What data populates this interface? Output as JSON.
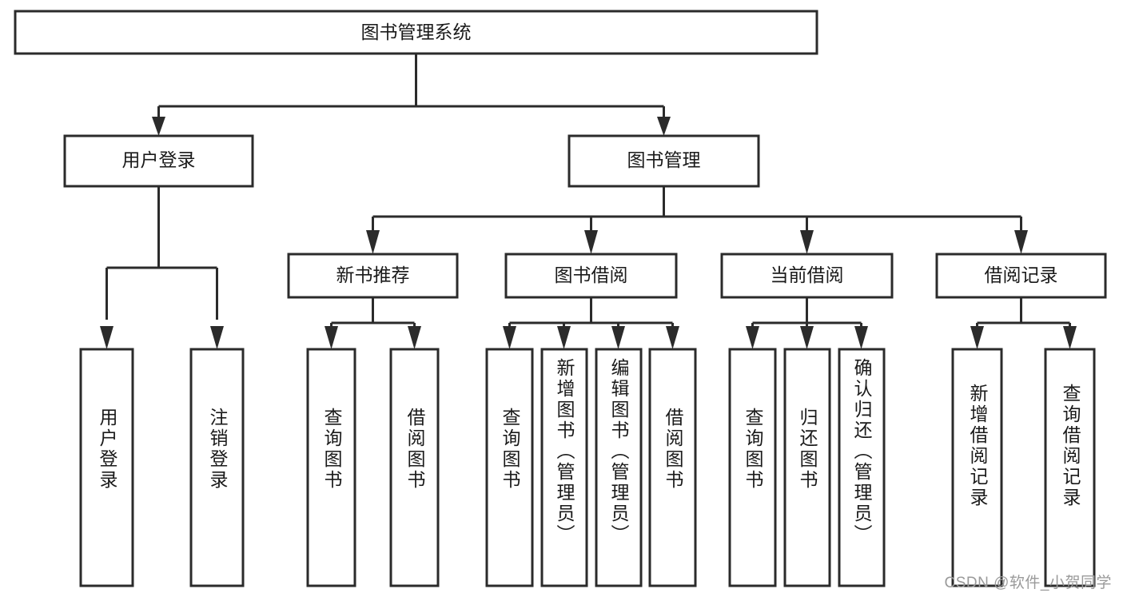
{
  "diagram": {
    "type": "hierarchy-tree",
    "title": "图书管理系统",
    "root": {
      "id": "root",
      "label": "图书管理系统",
      "level": 0
    },
    "level2": [
      {
        "id": "user-login",
        "label": "用户登录"
      },
      {
        "id": "book-management",
        "label": "图书管理"
      }
    ],
    "level3": [
      {
        "id": "new-book-recommend",
        "label": "新书推荐",
        "parent": "book-management"
      },
      {
        "id": "book-borrow",
        "label": "图书借阅",
        "parent": "book-management"
      },
      {
        "id": "current-borrow",
        "label": "当前借阅",
        "parent": "book-management"
      },
      {
        "id": "borrow-record",
        "label": "借阅记录",
        "parent": "book-management"
      }
    ],
    "leaves": [
      {
        "id": "leaf-user-login",
        "label": "用户登录",
        "parent": "user-login"
      },
      {
        "id": "leaf-user-logout",
        "label": "注销登录",
        "parent": "user-login"
      },
      {
        "id": "leaf-query-book-1",
        "label": "查询图书",
        "parent": "new-book-recommend"
      },
      {
        "id": "leaf-borrow-book-1",
        "label": "借阅图书",
        "parent": "new-book-recommend"
      },
      {
        "id": "leaf-query-book-2",
        "label": "查询图书",
        "parent": "book-borrow"
      },
      {
        "id": "leaf-add-book",
        "label": "新增图书（管理员）",
        "parent": "book-borrow"
      },
      {
        "id": "leaf-edit-book",
        "label": "编辑图书（管理员）",
        "parent": "book-borrow"
      },
      {
        "id": "leaf-borrow-book-2",
        "label": "借阅图书",
        "parent": "book-borrow"
      },
      {
        "id": "leaf-query-book-3",
        "label": "查询图书",
        "parent": "current-borrow"
      },
      {
        "id": "leaf-return-book",
        "label": "归还图书",
        "parent": "current-borrow"
      },
      {
        "id": "leaf-confirm-return",
        "label": "确认归还（管理员）",
        "parent": "current-borrow"
      },
      {
        "id": "leaf-add-record",
        "label": "新增借阅记录",
        "parent": "borrow-record"
      },
      {
        "id": "leaf-query-record",
        "label": "查询借阅记录",
        "parent": "borrow-record"
      }
    ],
    "colors": {
      "box_stroke": "#2b2b2b",
      "box_fill": "#ffffff",
      "connector": "#2b2b2b",
      "text": "#1a1a1a",
      "background": "#ffffff",
      "watermark": "#9a9a9a"
    }
  },
  "watermark": {
    "text": "CSDN @软件_小贺同学"
  }
}
